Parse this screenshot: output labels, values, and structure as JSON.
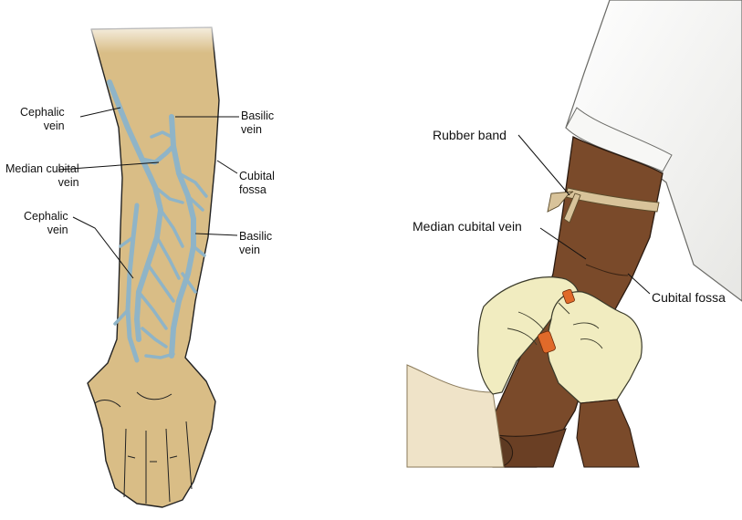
{
  "left_figure": {
    "labels": {
      "cephalic_top": "Cephalic\nvein",
      "median_cubital": "Median cubital\nvein",
      "cephalic_lower": "Cephalic\nvein",
      "basilic_top": "Basilic\nvein",
      "cubital_fossa": "Cubital\nfossa",
      "basilic_lower": "Basilic\nvein"
    }
  },
  "right_figure": {
    "labels": {
      "rubber_band": "Rubber band",
      "median_cubital_vein": "Median cubital vein",
      "cubital_fossa": "Cubital fossa"
    }
  },
  "colors": {
    "skin_light": "#d9bd86",
    "vein_blue": "#8fb4c7",
    "skin_dark": "#7a4a2a",
    "glove": "#f1ecc0",
    "shirt": "#f4f4f2",
    "band": "#d8c39a",
    "syringe_orange": "#e06a2a"
  }
}
